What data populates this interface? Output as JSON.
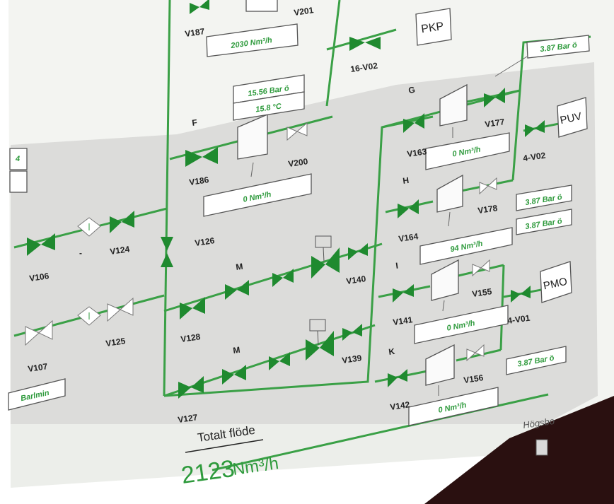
{
  "scene": {
    "description_colors": {
      "screen_bg": "#f4f5f2",
      "gray_band": "#dcdcda",
      "pipe": "#3aa046",
      "valve_active": "#1f8a2f",
      "text": "#222222",
      "frame": "#2a1010"
    }
  },
  "labels": {
    "v187": "V187",
    "v201": "V201",
    "pkp": "PKP",
    "v16_02": "16-V02",
    "g": "G",
    "v177": "V177",
    "puv": "PUV",
    "f": "F",
    "v163": "V163",
    "v4_02": "4-V02",
    "v200": "V200",
    "v186": "V186",
    "h": "H",
    "v178": "V178",
    "v126": "V126",
    "v164": "V164",
    "v124": "V124",
    "v106": "V106",
    "dash": "-",
    "m1": "M",
    "v140": "V140",
    "i": "I",
    "v155": "V155",
    "pmo": "PMO",
    "v128": "V128",
    "v141": "V141",
    "v4_01": "4-V01",
    "v125": "V125",
    "m2": "M",
    "v139": "V139",
    "k": "K",
    "v156": "V156",
    "v107": "V107",
    "v127": "V127",
    "v142": "V142",
    "barlmin": "Barlmin",
    "hogsbo": "Högsbo",
    "left_box": "4"
  },
  "readings": {
    "flow_v201": "2030 Nm³/h",
    "pressure_f": "15.56 Bar ö",
    "temp_f": "15.8 °C",
    "pressure_top": "3.87 Bar ö",
    "flow_g": "0 Nm³/h",
    "flow_f": "0 Nm³/h",
    "pressure_h1": "3.87 Bar ö",
    "pressure_h2": "3.87 Bar ö",
    "flow_h": "94 Nm³/h",
    "flow_i": "0 Nm³/h",
    "pressure_k": "3.87 Bar ö",
    "flow_k": "0 Nm³/h"
  },
  "total": {
    "label": "Totalt flöde",
    "value": "2123",
    "unit": "Nm³/h"
  }
}
